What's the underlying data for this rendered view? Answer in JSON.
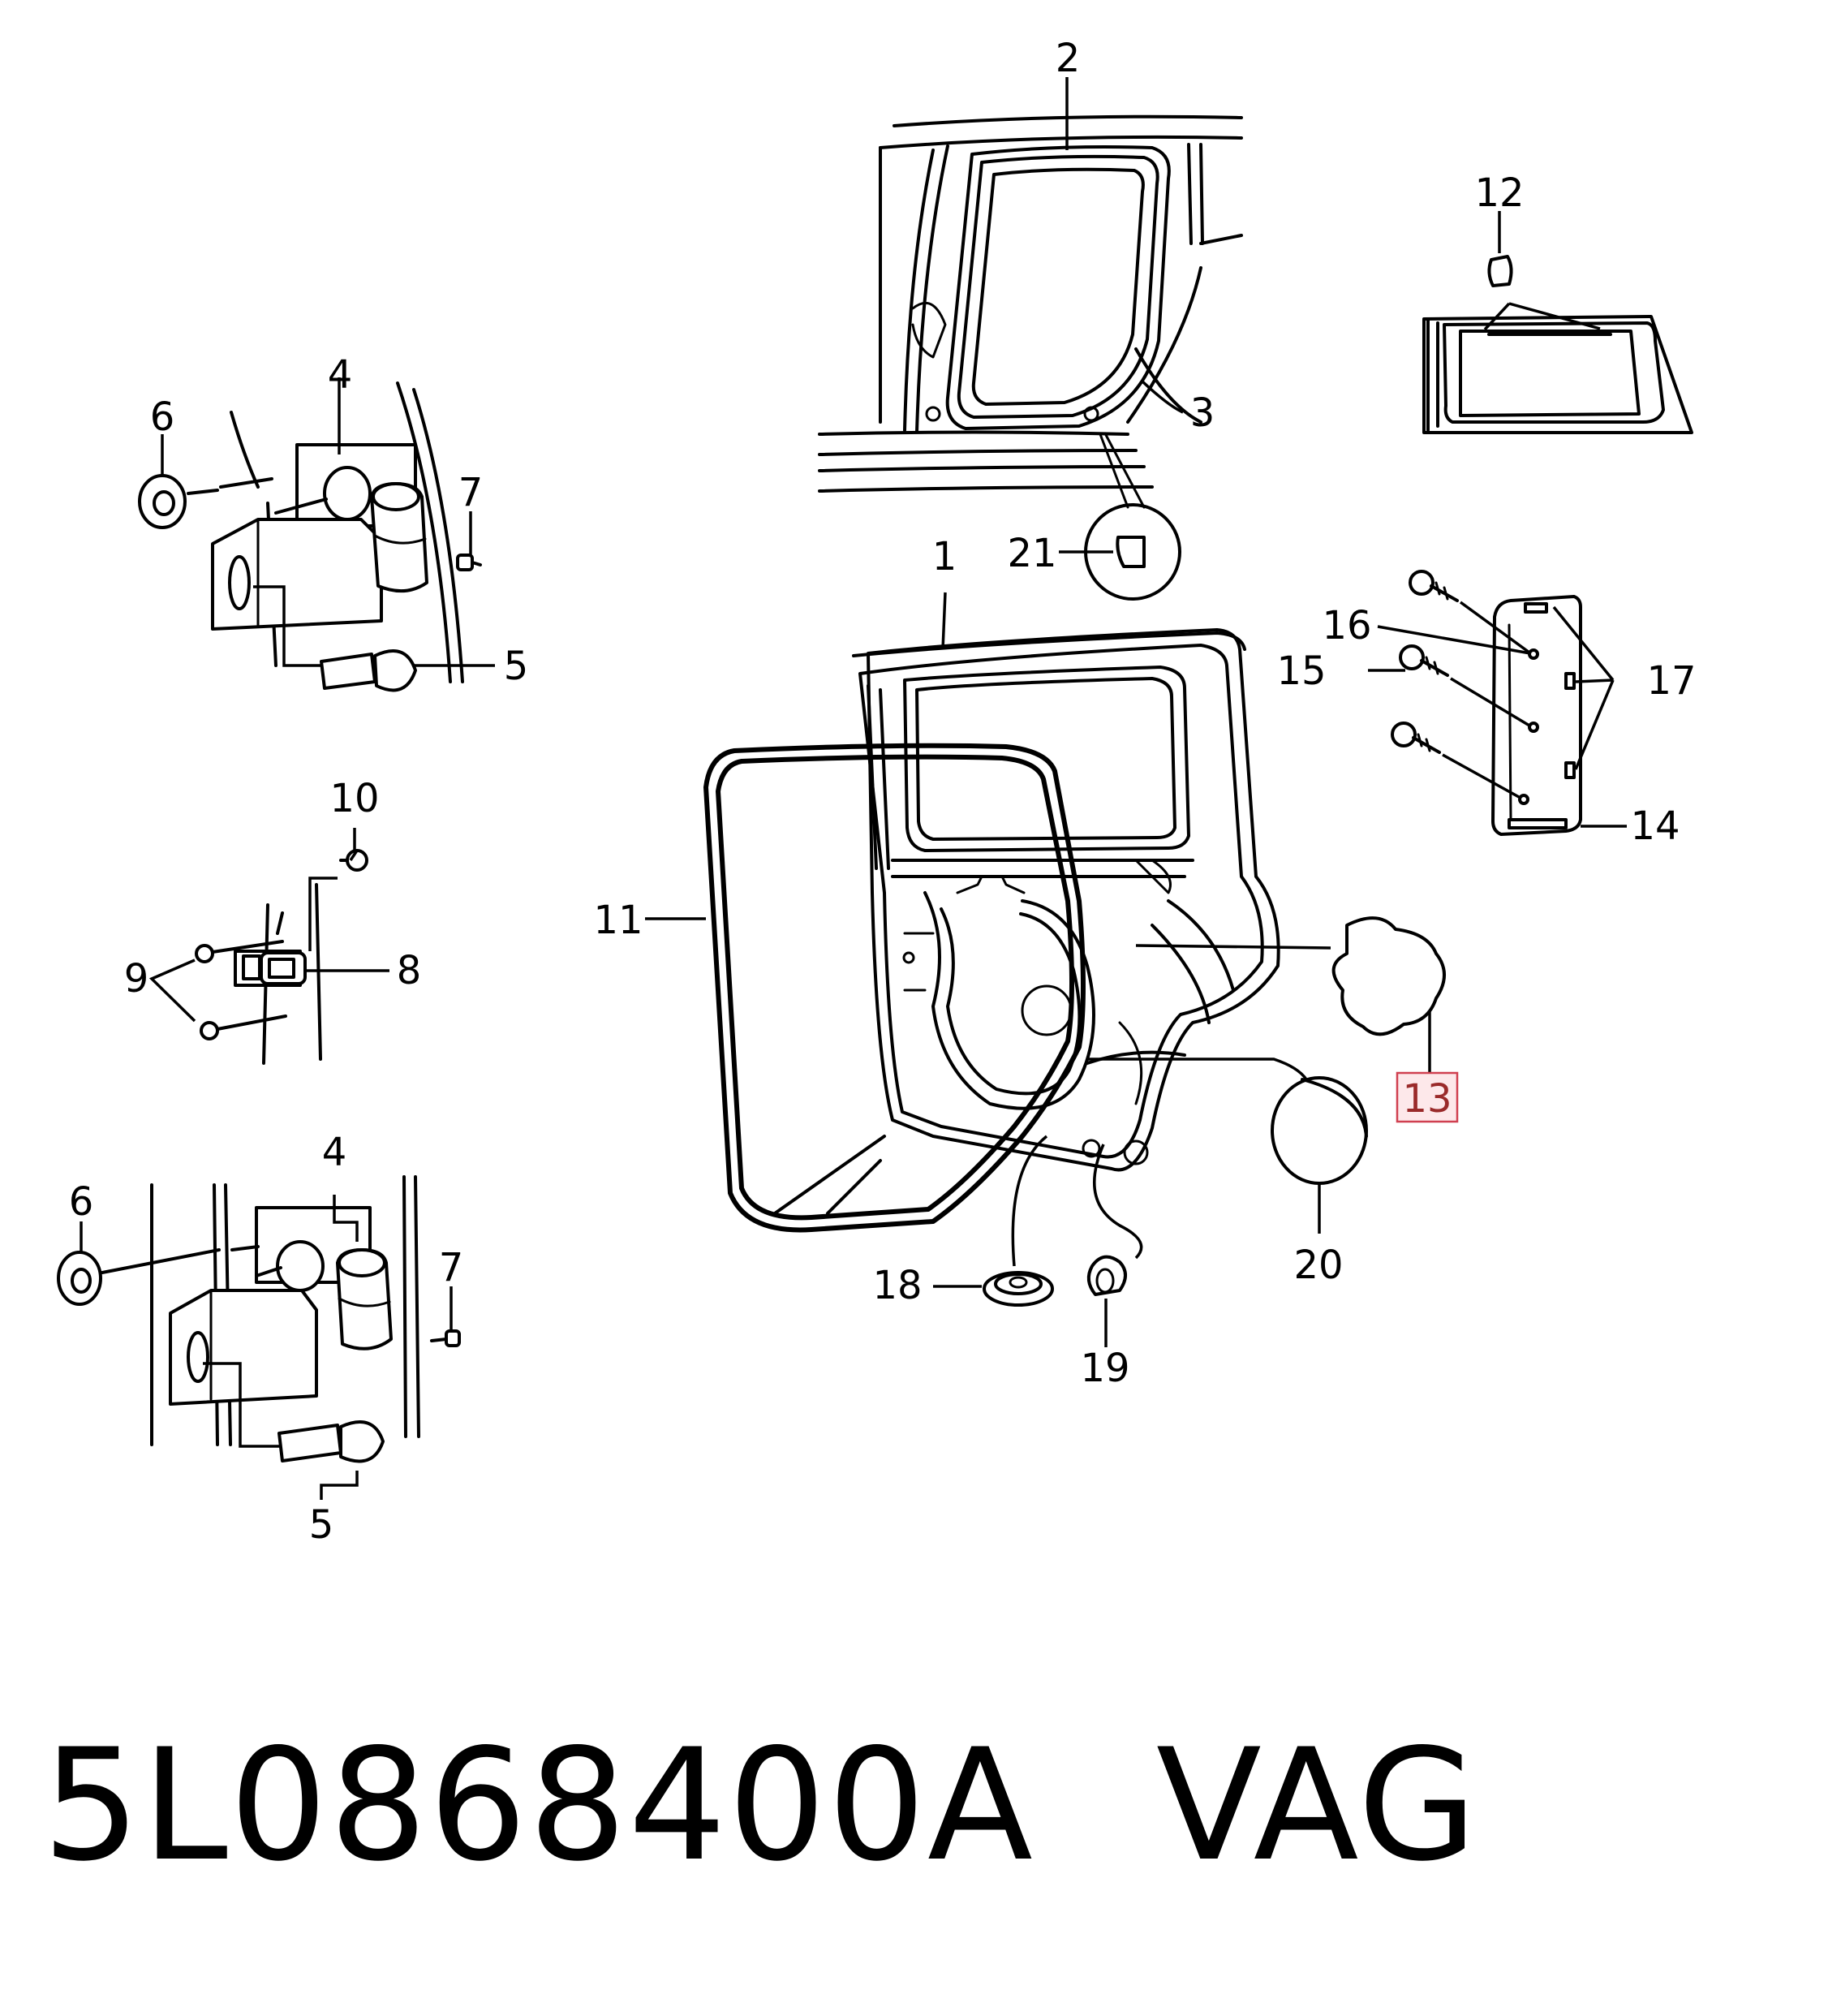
{
  "title": {
    "part_number": "5L0868400A",
    "brand": "VAG"
  },
  "callouts": {
    "c1": "1",
    "c2": "2",
    "c3": "3",
    "c4a": "4",
    "c4b": "4",
    "c5a": "5",
    "c5b": "5",
    "c6a": "6",
    "c6b": "6",
    "c7a": "7",
    "c7b": "7",
    "c8": "8",
    "c9": "9",
    "c10": "10",
    "c11": "11",
    "c12": "12",
    "c13": "13",
    "c14": "14",
    "c15": "15",
    "c16": "16",
    "c17": "17",
    "c18": "18",
    "c19": "19",
    "c20": "20",
    "c21": "21"
  },
  "highlighted_callout": "13",
  "colors": {
    "line": "#000000",
    "highlight_fill": "#fde8ea",
    "highlight_border": "#d04050"
  }
}
